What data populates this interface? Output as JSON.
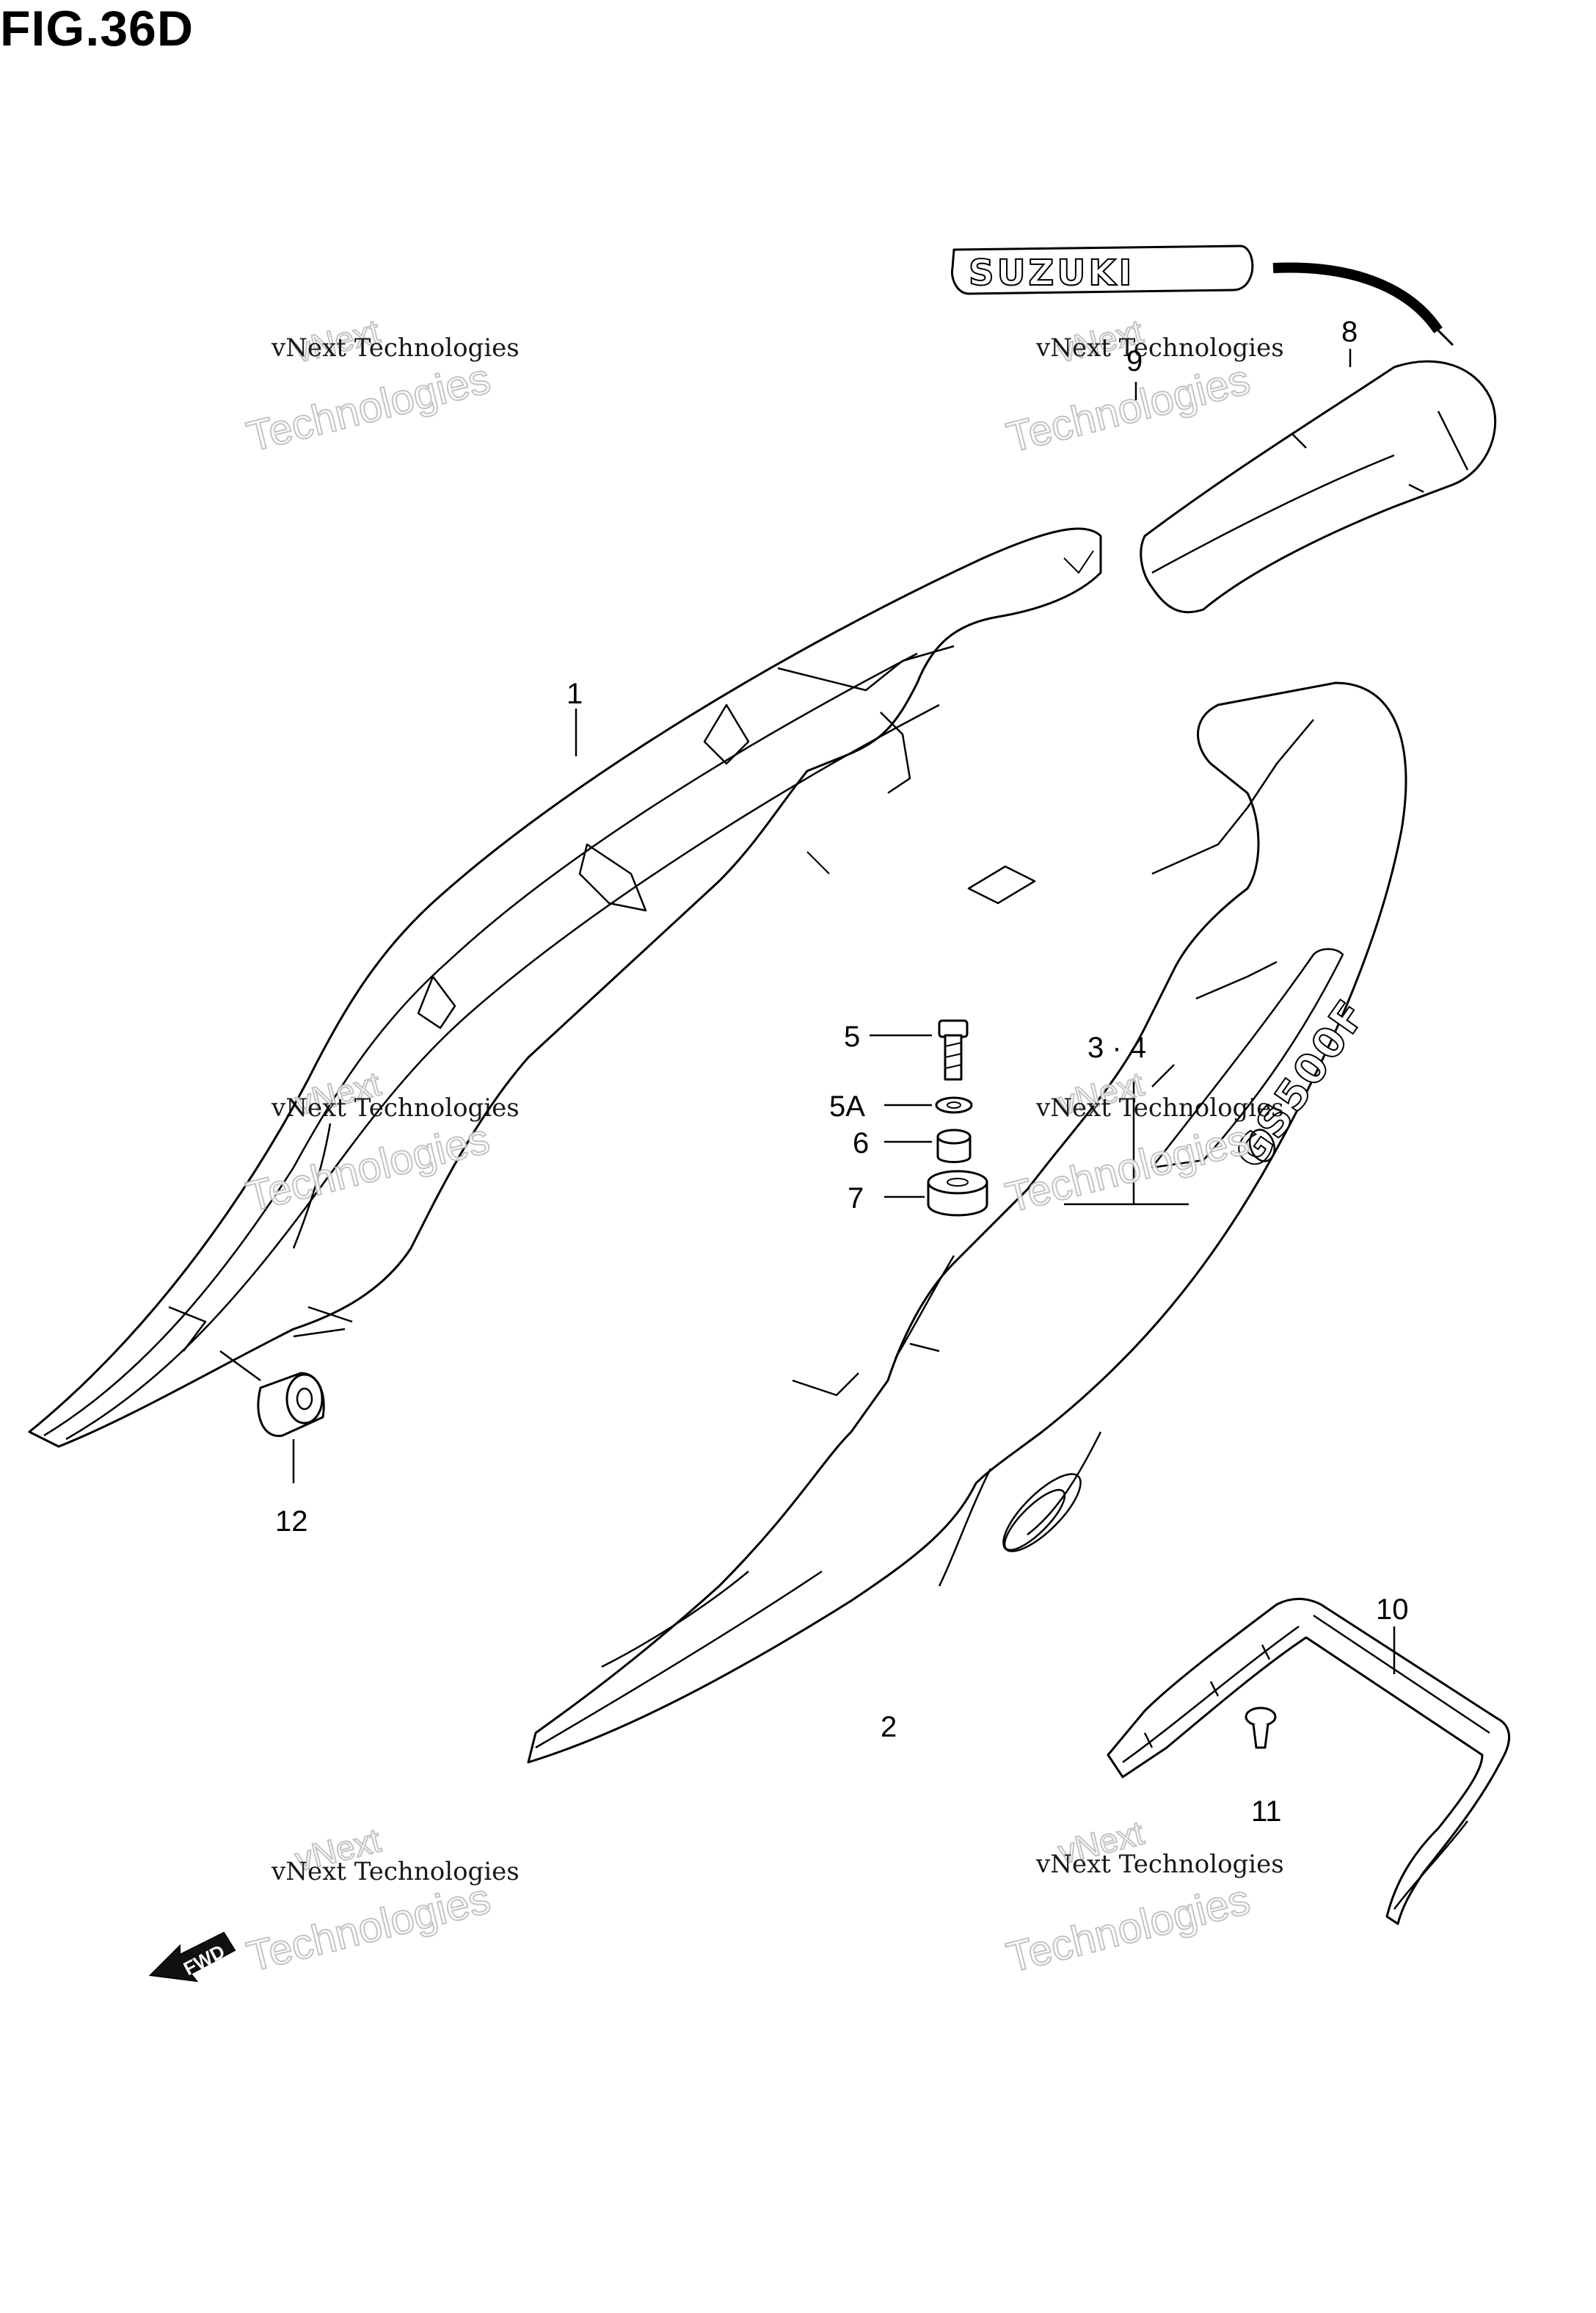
{
  "figure": {
    "title": "FIG.36D"
  },
  "callouts": [
    {
      "id": "c1",
      "label": "1"
    },
    {
      "id": "c2",
      "label": "2"
    },
    {
      "id": "c34",
      "label": "3 · 4"
    },
    {
      "id": "c5",
      "label": "5"
    },
    {
      "id": "c5a",
      "label": "5A"
    },
    {
      "id": "c6",
      "label": "6"
    },
    {
      "id": "c7",
      "label": "7"
    },
    {
      "id": "c8",
      "label": "8"
    },
    {
      "id": "c9",
      "label": "9"
    },
    {
      "id": "c10",
      "label": "10"
    },
    {
      "id": "c11",
      "label": "11"
    },
    {
      "id": "c12",
      "label": "12"
    }
  ],
  "badge": {
    "text": "SUZUKI"
  },
  "side_decal": {
    "text": "GS500F"
  },
  "direction_arrow": {
    "text": "FWD"
  },
  "watermark": {
    "line1": "vNext",
    "line2": "vNext Technologies",
    "line3": "Technologies"
  }
}
